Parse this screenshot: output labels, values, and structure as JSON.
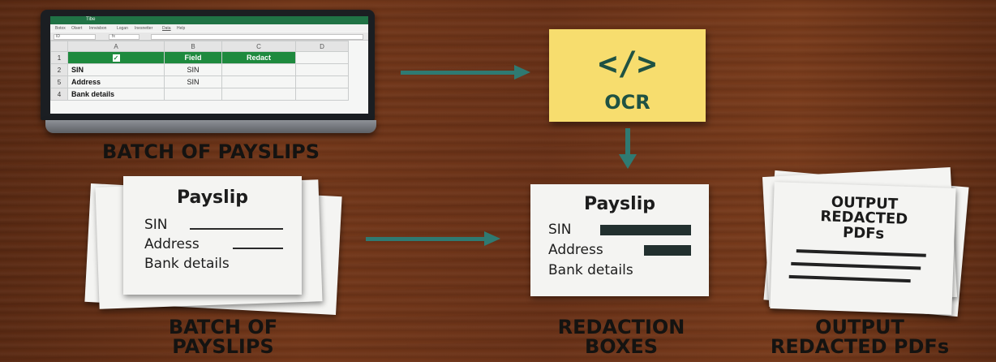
{
  "spreadsheet": {
    "title_bar": "Tibe",
    "menu": [
      "Botox",
      "Olsert",
      "Innvisbon",
      "Logan",
      "Inesnetter",
      "Data",
      "Help"
    ],
    "name_box": "ID",
    "formula_mark": "fx",
    "columns": [
      "A",
      "B",
      "C",
      "D"
    ],
    "rows": [
      {
        "num": "1",
        "a": "✓",
        "b": "Field",
        "c": "Redact"
      },
      {
        "num": "2",
        "a": "SIN",
        "b": "SIN",
        "c": ""
      },
      {
        "num": "5",
        "a": "Address",
        "b": "SIN",
        "c": ""
      },
      {
        "num": "4",
        "a": "Bank details",
        "b": "",
        "c": ""
      }
    ]
  },
  "captions": {
    "laptop": "BATCH OF PAYSLIPS",
    "batch": [
      "BATCH OF",
      "PAYSLIPS"
    ],
    "redaction": [
      "REDACTION",
      "BOXES"
    ],
    "output": [
      "OUTPUT",
      "REDACTED PDFs"
    ]
  },
  "ocr": {
    "code": "</>",
    "label": "OCR"
  },
  "payslip": {
    "title": "Payslip",
    "fields": [
      "SIN",
      "Address",
      "Bank details"
    ]
  },
  "redacted_payslip": {
    "title": "Payslip",
    "fields": [
      "SIN",
      "Address",
      "Bank details"
    ]
  },
  "output_doc": {
    "title": [
      "OUTPUT",
      "REDACTED",
      "PDFs"
    ]
  },
  "colors": {
    "arrow": "#2f7a72",
    "note": "#f7dd6e",
    "excel_green": "#1e8a3e",
    "redaction_bar": "#22302f"
  }
}
